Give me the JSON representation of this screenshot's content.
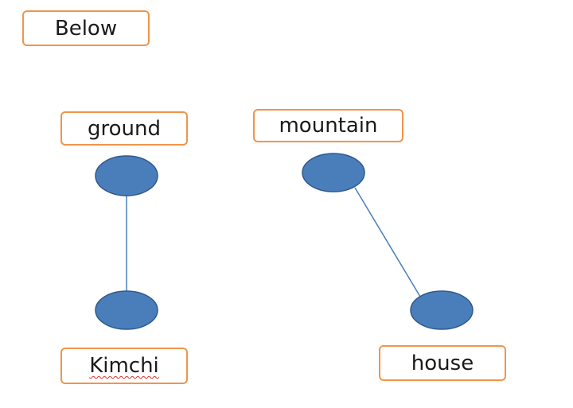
{
  "labels": {
    "below": "Below",
    "ground": "ground",
    "mountain": "mountain",
    "kimchi": "Kimchi",
    "house": "house"
  },
  "colors": {
    "box_border": "#f0954a",
    "node_fill": "#4a7ebb",
    "node_stroke": "#2f5a8c",
    "edge": "#4a7ebb",
    "spell_underline": "#e03030"
  },
  "edges": [
    {
      "from": "ground",
      "to": "Kimchi"
    },
    {
      "from": "mountain",
      "to": "house"
    }
  ]
}
